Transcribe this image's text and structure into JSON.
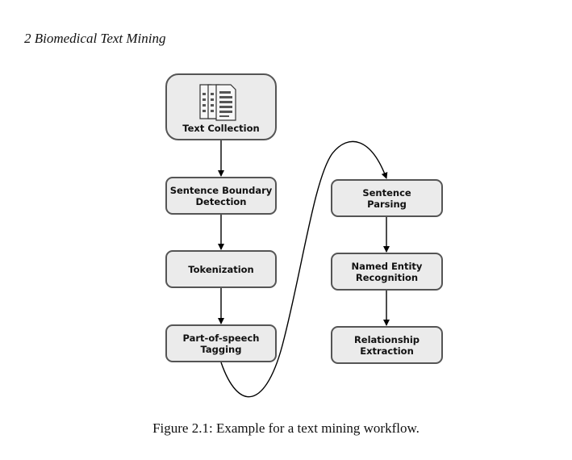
{
  "header": {
    "running_title": "2 Biomedical Text Mining"
  },
  "figure": {
    "caption": "Figure 2.1: Example for a text mining workflow."
  },
  "nodes": {
    "text_collection": "Text Collection",
    "sentence_boundary": "Sentence Boundary\nDetection",
    "tokenization": "Tokenization",
    "pos_tagging": "Part-of-speech\nTagging",
    "sentence_parsing": "Sentence\nParsing",
    "ner": "Named Entity\nRecognition",
    "relationship": "Relationship\nExtraction"
  },
  "icons": {
    "collection_icon": "documents-icon"
  },
  "colors": {
    "node_fill": "#ebebeb",
    "node_border": "#555555",
    "arrow": "#000000"
  }
}
